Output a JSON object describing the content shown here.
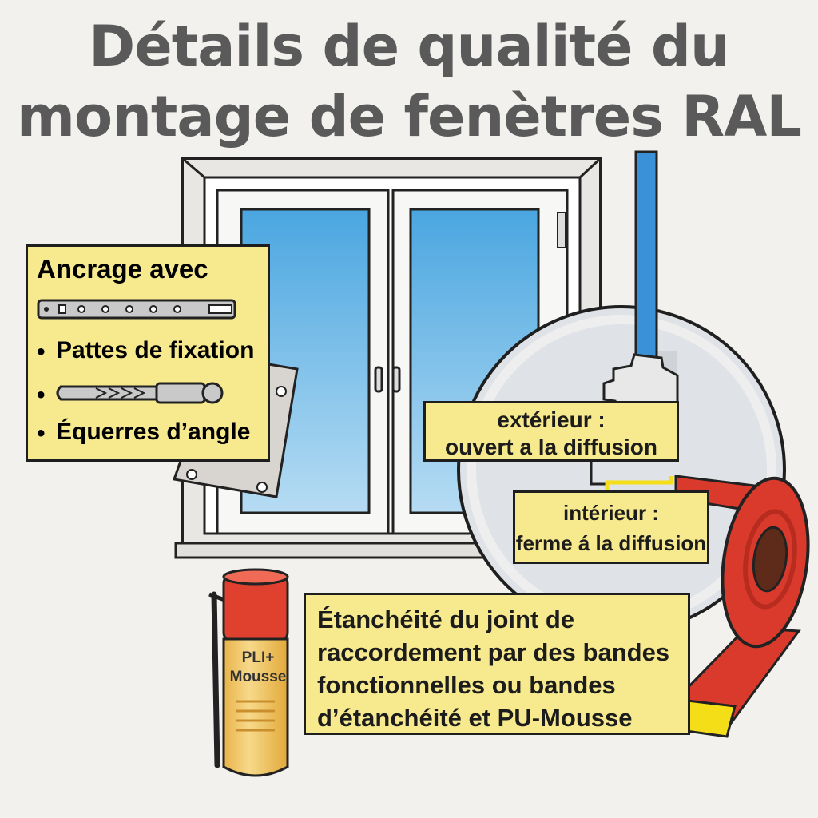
{
  "title": {
    "line1": "Détails de qualité du",
    "line2": "montage de fenètres RAL"
  },
  "anchor_box": {
    "heading": "Ancrage avec",
    "bullet_char": "•",
    "items": [
      "Pattes de fixation",
      "",
      "Équerres d’angle"
    ],
    "icons": [
      "fixing-strap-icon",
      "wall-plug-icon",
      "angle-bracket-icon"
    ]
  },
  "exterior_label": {
    "line1": "extérieur :",
    "line2": "ouvert a la diffusion"
  },
  "interior_label": {
    "line1": "intérieur :",
    "line2": "ferme á la diffusion"
  },
  "sealing_label": {
    "lines": [
      "Étanchéité du joint de",
      "raccordement par des bandes",
      "fonctionnelles ou bandes",
      "d’étanchéité et PU-Mousse"
    ]
  },
  "foam_can": {
    "line1": "PLI+",
    "line2": "Mousse"
  },
  "colors": {
    "background": "#f2f1ee",
    "label_fill": "#f7e98e",
    "glass": "#7cc3ea",
    "tape_red": "#d93a2b",
    "tape_yellow": "#f4de17",
    "can_body": "#f2c65a",
    "can_cap": "#e0412e"
  }
}
